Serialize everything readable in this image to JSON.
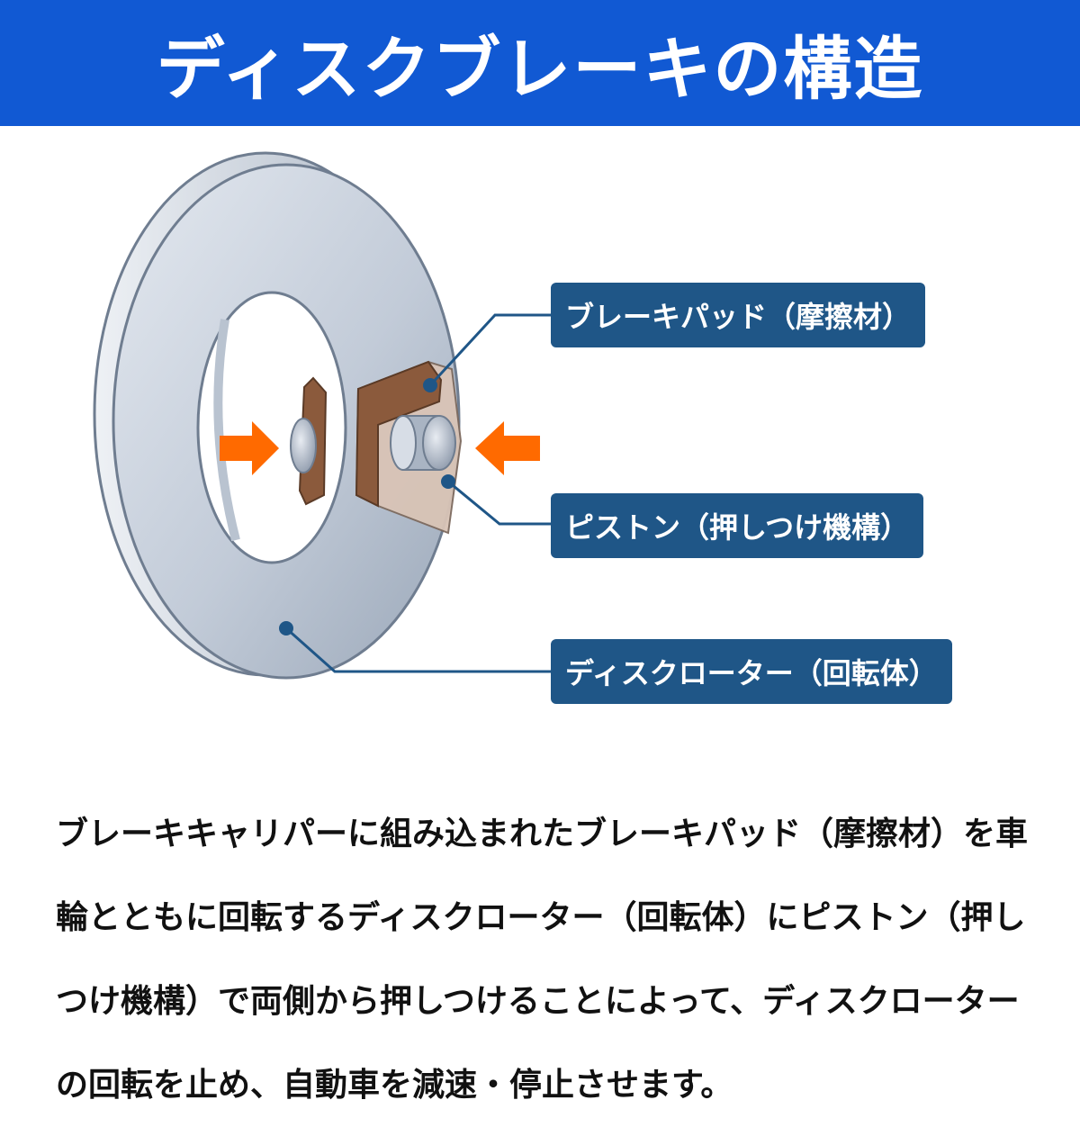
{
  "header": {
    "title": "ディスクブレーキの構造"
  },
  "labels": {
    "brake_pad": "ブレーキパッド（摩擦材）",
    "piston": "ピストン（押しつけ機構）",
    "disc_rotor": "ディスクローター（回転体）"
  },
  "description": "ブレーキキャリパーに組み込まれたブレーキパッド（摩擦材）を車輪とともに回転するディスクローター（回転体）にピストン（押しつけ機構）で両側から押しつけることによって、ディスクローターの回転を止め、自動車を減速・停止させます。",
  "colors": {
    "header_bg": "#1159d3",
    "label_bg": "#1f5687",
    "arrow": "#ff6a00",
    "pad": "#8b5a3c"
  }
}
